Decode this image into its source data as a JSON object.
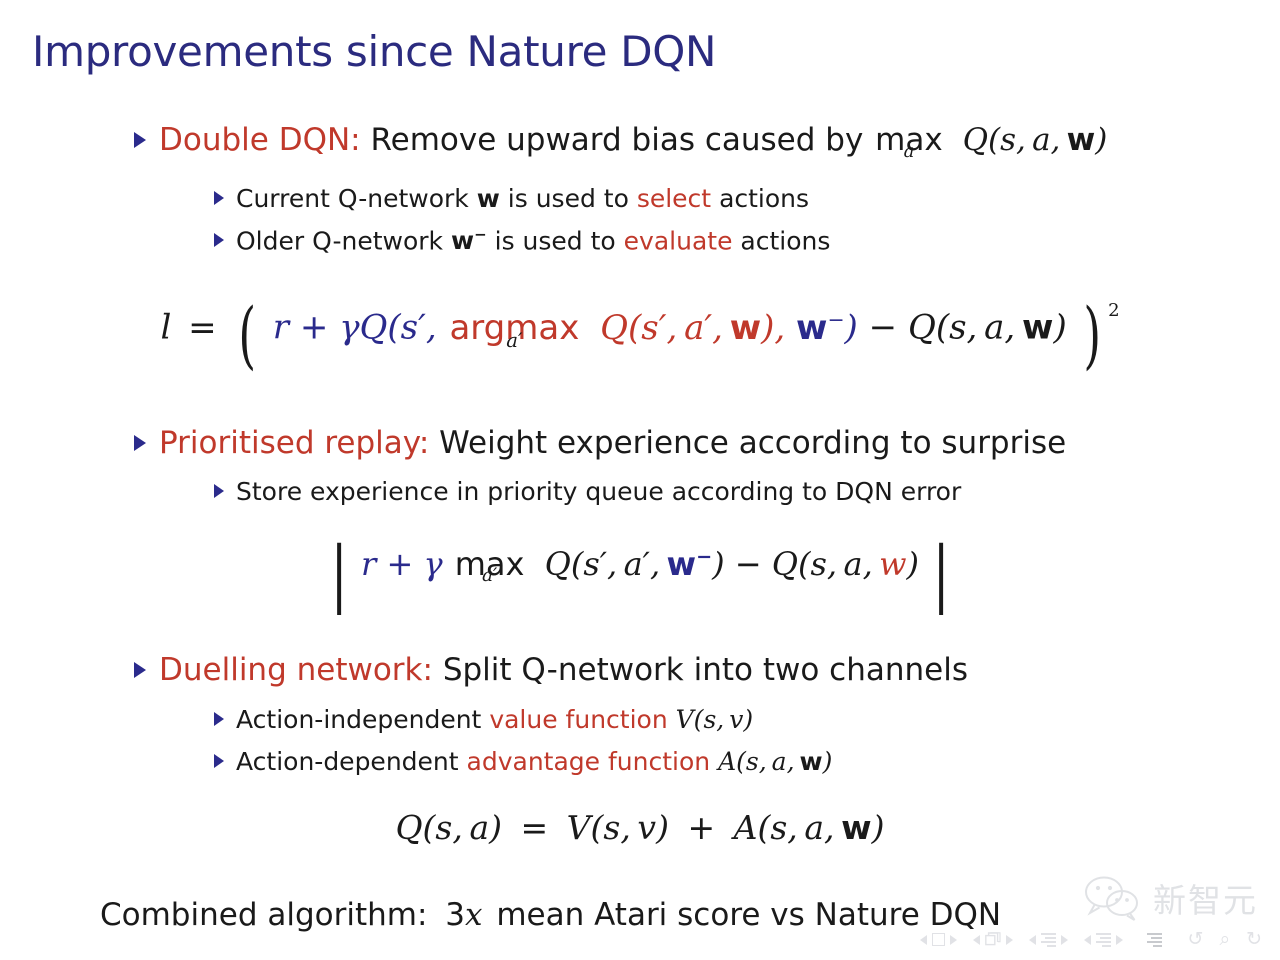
{
  "slide": {
    "title": "Improvements since Nature DQN",
    "bottom_line": {
      "label": "Combined algorithm:",
      "value_number": "3",
      "value_unit": "x",
      "rest": "mean Atari score vs Nature DQN"
    }
  },
  "colors": {
    "title_blue": "#2b2b7f",
    "accent_red": "#c0392b",
    "math_blue": "#2a2a8c",
    "body_black": "#1a1a1a",
    "bullet_blue": "#2b2b8c",
    "background": "#ffffff"
  },
  "bullets": [
    {
      "id": "double-dqn",
      "heading": "Double DQN:",
      "text_after": "Remove upward bias caused by",
      "math_tail": "max_a Q(s, a, w)",
      "sub": [
        {
          "pre": "Current Q-network",
          "bold_sym": "w",
          "mid": "is used to",
          "emph": "select",
          "post": "actions"
        },
        {
          "pre": "Older Q-network",
          "bold_sym": "w",
          "sym_sup": "−",
          "mid": "is used to",
          "emph": "evaluate",
          "post": "actions"
        }
      ]
    },
    {
      "id": "prioritised-replay",
      "heading": "Prioritised replay:",
      "text_after": "Weight experience according to surprise",
      "sub": [
        {
          "pre": "Store experience in priority queue according to DQN error"
        }
      ]
    },
    {
      "id": "duelling-network",
      "heading": "Duelling network:",
      "text_after": "Split Q-network into two channels",
      "sub": [
        {
          "pre": "Action-independent",
          "emph": "value function",
          "math": "V(s, v)"
        },
        {
          "pre": "Action-dependent",
          "emph": "advantage function",
          "math": "A(s, a, w)"
        }
      ]
    }
  ],
  "equations": [
    {
      "id": "double-dqn-loss",
      "latex": "l = ( r + γQ(s', argmax_{a'} Q(s', a', w), w^-) - Q(s, a, w) )^2",
      "parts": {
        "lhs": "l",
        "eq": "=",
        "blue1": "r + γQ(s′,",
        "red_op": "argmax",
        "red_op_limit": "a′",
        "red_term": "Q(s′, a′, w)",
        "blue2": "w−)",
        "black_tail": "− Q(s, a, w)",
        "exponent": "2"
      }
    },
    {
      "id": "priority-error",
      "latex": "| r + γ max_{a'} Q(s', a', w^-) - Q(s, a, w) |",
      "parts": {
        "blue1": "r + γ",
        "op": "max",
        "op_limit": "a′",
        "term1": "Q(s′, a′,",
        "blue_w": "w−)",
        "minus": "−",
        "term2": "Q(s, a,",
        "red_w": "w",
        "close": ")"
      }
    },
    {
      "id": "duelling-decomposition",
      "latex": "Q(s, a) = V(s, v) + A(s, a, w)",
      "parts": {
        "lhs": "Q(s, a)",
        "eq": "=",
        "rhs1": "V(s, v)",
        "plus": "+",
        "rhs2": "A(s, a, w)"
      }
    }
  ],
  "watermark": {
    "icon": "wechat-icon",
    "text": "新智元"
  },
  "navbar": {
    "groups": [
      {
        "name": "slide-nav",
        "icon": "square-icon"
      },
      {
        "name": "frame-nav",
        "icon": "frames-icon"
      },
      {
        "name": "subsection-nav",
        "icon": "lines-icon"
      },
      {
        "name": "section-nav",
        "icon": "lines-icon"
      }
    ],
    "standalone": {
      "name": "toc-nav",
      "icon": "lines-icon"
    },
    "actions": [
      {
        "name": "back-button",
        "glyph": "↺"
      },
      {
        "name": "search-button",
        "glyph": "⌕"
      },
      {
        "name": "forward-button",
        "glyph": "↻"
      }
    ]
  }
}
